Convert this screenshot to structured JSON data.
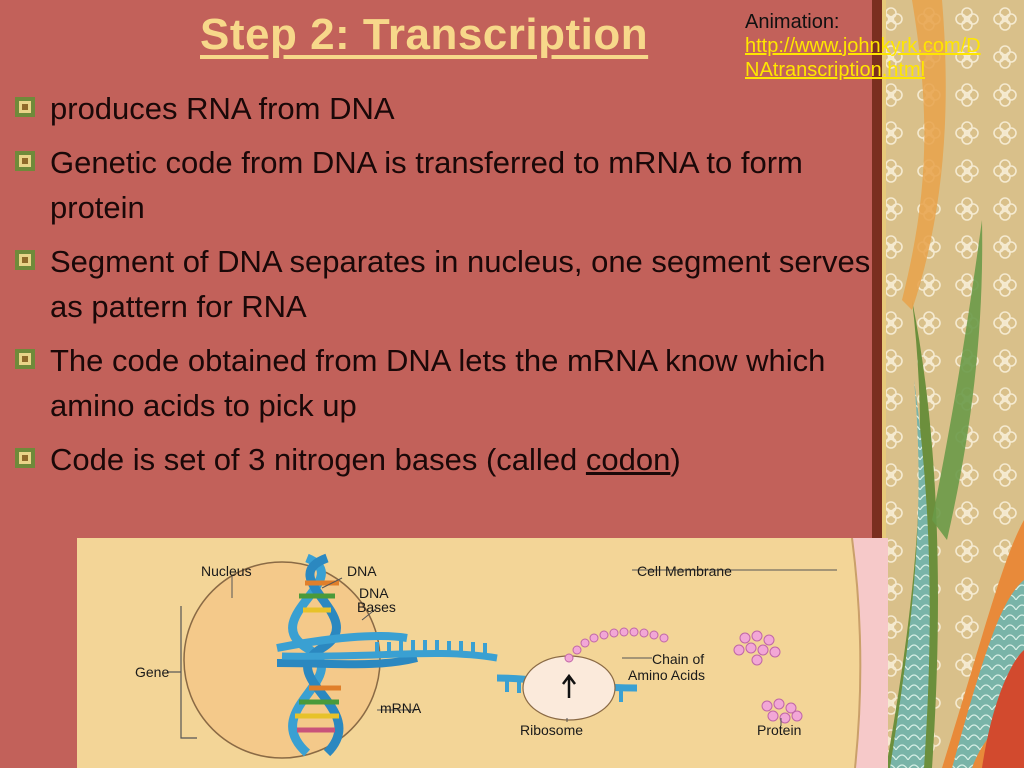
{
  "slide": {
    "title": "Step 2:  Transcription",
    "animation_label": "Animation:",
    "animation_link": "http://www.johnkyrk.com/DNAtranscription.html",
    "bullets": [
      "produces RNA from DNA",
      "Genetic code from DNA is transferred to mRNA to form protein",
      "Segment of DNA separates in nucleus, one segment serves as pattern for RNA",
      "The code obtained from DNA lets the mRNA know which amino acids to pick up"
    ],
    "last_bullet": {
      "prefix": "Code is set of 3 nitrogen bases (called ",
      "term": "codon",
      "suffix": ")"
    }
  },
  "diagram": {
    "labels": {
      "nucleus": "Nucleus",
      "dna": "DNA",
      "dna_bases_line1": "DNA",
      "dna_bases_line2": "Bases",
      "cell_membrane": "Cell Membrane",
      "gene": "Gene",
      "chain_line1": "Chain of",
      "chain_line2": "Amino Acids",
      "mrna": "mRNA",
      "ribosome": "Ribosome",
      "protein": "Protein"
    }
  },
  "colors": {
    "background": "#c2615a",
    "title": "#f7d88a",
    "link": "#ffe600",
    "body_text": "#1a0808",
    "diagram_bg": "#f3d597"
  }
}
